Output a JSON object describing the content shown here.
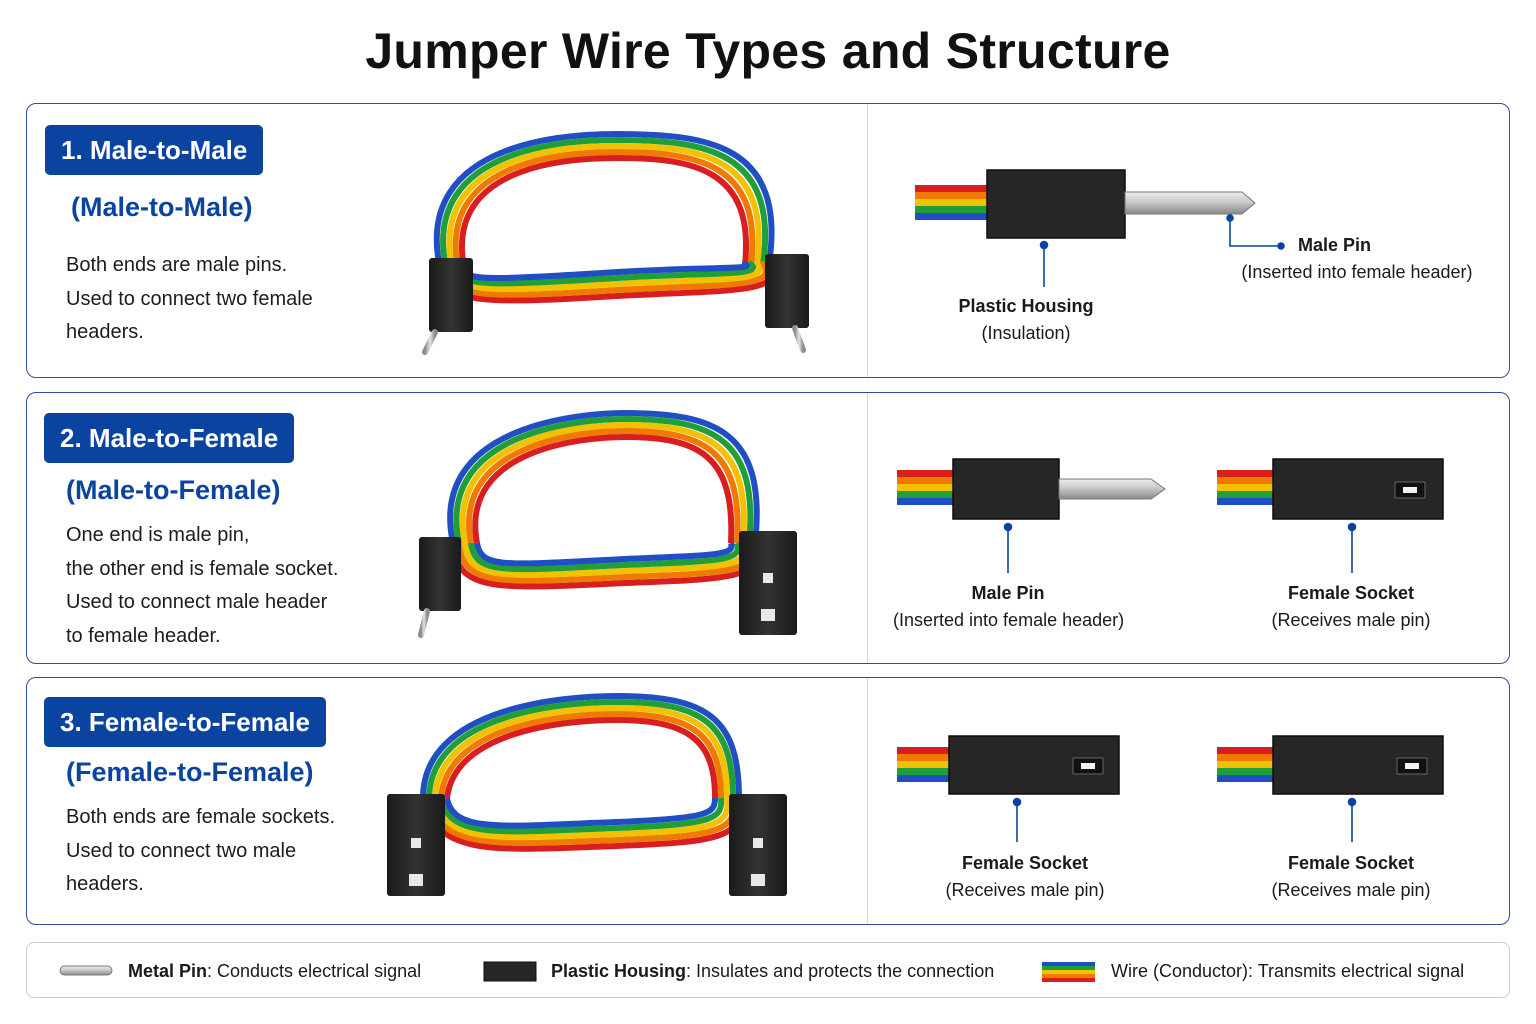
{
  "title": "Jumper Wire Types and Structure",
  "colors": {
    "accent_blue": "#0b44a0",
    "panel_border": "#2c4f9e",
    "housing": "#262626",
    "wire_stripes": [
      "#1f4fc2",
      "#1f9e3a",
      "#f2c200",
      "#f07a00",
      "#d81e1e"
    ]
  },
  "panels": [
    {
      "badge": "1. Male-to-Male",
      "subtitle": "(Male-to-Male)",
      "description": [
        "Both ends are male pins.",
        "Used to connect two female",
        "headers."
      ],
      "labels": {
        "housing": {
          "bold": "Plastic Housing",
          "note": "(Insulation)"
        },
        "pin": {
          "bold": "Male Pin",
          "note": "(Inserted into female header)"
        }
      }
    },
    {
      "badge": "2. Male-to-Female",
      "subtitle": "(Male-to-Female)",
      "description": [
        "One end is male pin,",
        "the other end is female socket.",
        "Used to connect male header",
        "to female header."
      ],
      "labels": {
        "pin": {
          "bold": "Male Pin",
          "note": "(Inserted into female header)"
        },
        "socket": {
          "bold": "Female Socket",
          "note": "(Receives male pin)"
        }
      }
    },
    {
      "badge": "3. Female-to-Female",
      "subtitle": "(Female-to-Female)",
      "description": [
        "Both ends are female sockets.",
        "Used to connect two male",
        "headers."
      ],
      "labels": {
        "socket_left": {
          "bold": "Female Socket",
          "note": "(Receives male pin)"
        },
        "socket_right": {
          "bold": "Female Socket",
          "note": "(Receives male pin)"
        }
      }
    }
  ],
  "legend": [
    {
      "icon": "metal-pin-icon",
      "bold": "Metal Pin",
      "text": ": Conducts electrical signal"
    },
    {
      "icon": "plastic-housing-icon",
      "bold": "Plastic Housing",
      "text": ": Insulates and protects the connection"
    },
    {
      "icon": "wire-conductor-icon",
      "bold": "",
      "text": "Wire (Conductor): Transmits electrical signal"
    }
  ]
}
